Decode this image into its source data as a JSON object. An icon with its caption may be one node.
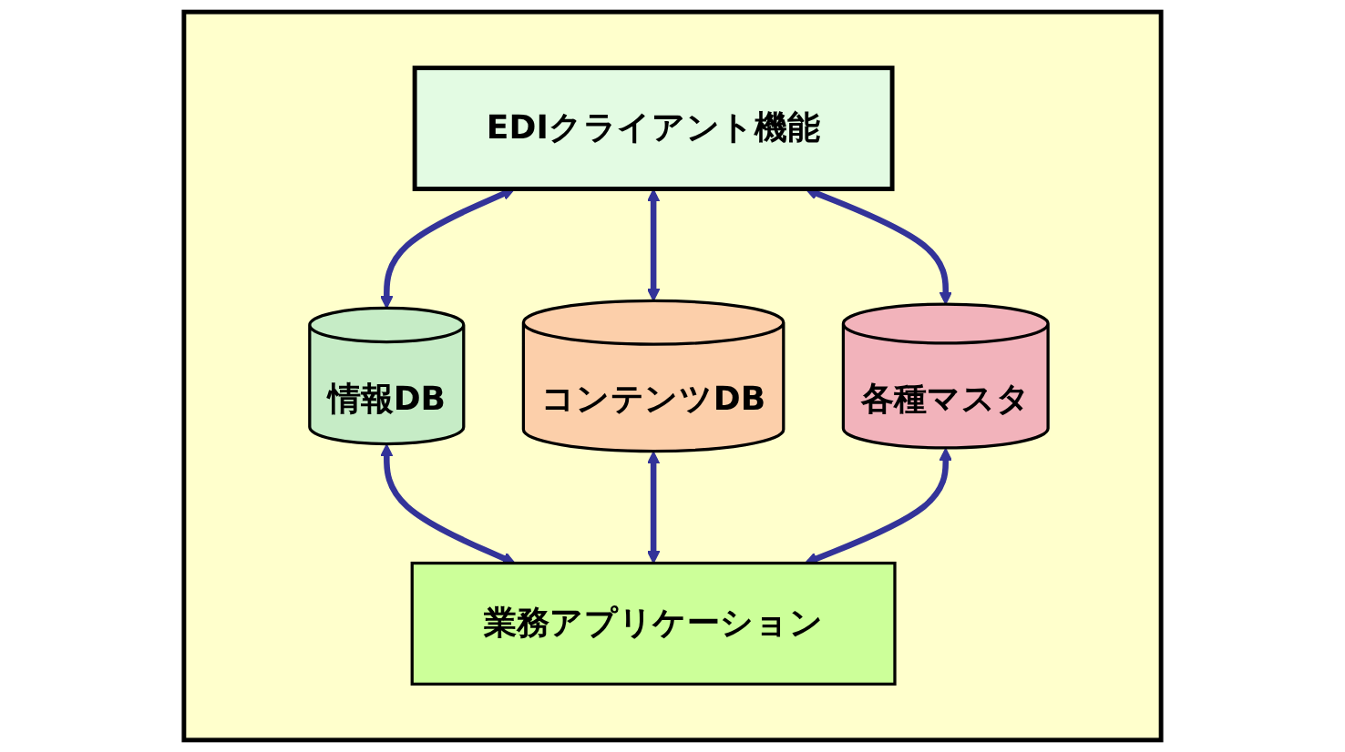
{
  "diagram": {
    "nodes": [
      {
        "text": [],
        "shape": "box"
      },
      {
        "text": [
          "EDIクライアント機能"
        ],
        "in": 0
      },
      {
        "text": [
          "情報DB"
        ],
        "in": 0
      },
      {
        "text": [
          "コンテンツDB"
        ],
        "in": 0
      },
      {
        "text": [
          "各種マスタ"
        ],
        "in": 0
      },
      {
        "text": [
          "業務アプリケーション"
        ],
        "in": 0
      }
    ],
    "edges": [
      {
        "from": 1,
        "to": 2,
        "arrow": "both"
      },
      {
        "from": 1,
        "to": 3,
        "arrow": "both"
      },
      {
        "from": 1,
        "to": 4,
        "arrow": "both"
      },
      {
        "from": 2,
        "to": 5,
        "arrow": "both"
      },
      {
        "from": 3,
        "to": 5,
        "arrow": "both"
      },
      {
        "from": 4,
        "to": 5,
        "arrow": "both"
      }
    ]
  }
}
